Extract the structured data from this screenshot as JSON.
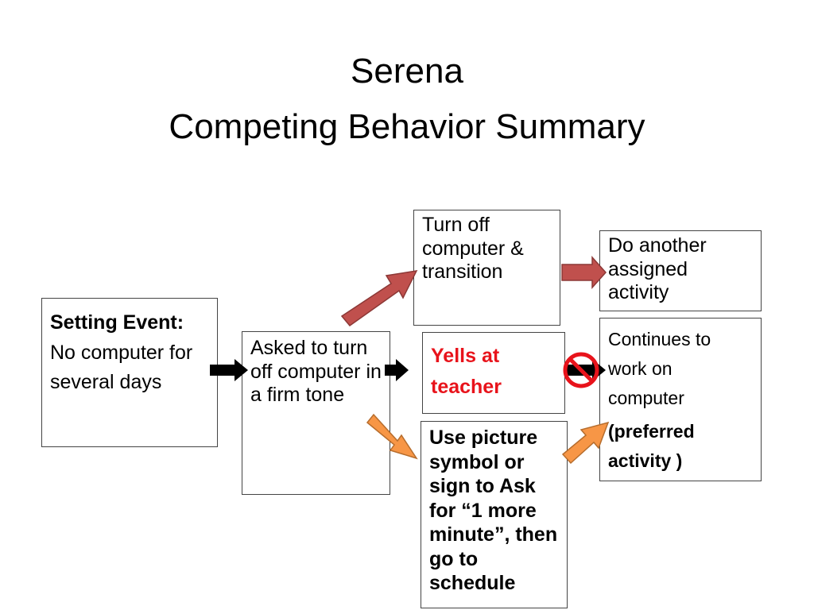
{
  "title": {
    "line1": "Serena",
    "line2": "Competing Behavior Summary"
  },
  "boxes": {
    "setting_event": {
      "heading": "Setting Event:",
      "text": "No computer for several days"
    },
    "antecedent": {
      "text": "Asked to turn off computer in a firm tone"
    },
    "desired_behavior": {
      "text": "Turn off computer & transition"
    },
    "desired_consequence": {
      "text": "Do another assigned activity"
    },
    "problem_behavior": {
      "text": "Yells at teacher"
    },
    "maintaining_consequence": {
      "text": "Continues to work on computer",
      "extra": "(preferred activity )"
    },
    "replacement_behavior": {
      "text": "Use picture symbol or sign to Ask for “1 more minute”, then  go to schedule"
    }
  },
  "colors": {
    "desired_arrow": "#c0504d",
    "replacement_arrow": "#f79646",
    "problem_arrow": "#000000",
    "problem_text": "#e8131b",
    "no_symbol": "#e8131b"
  },
  "icons": [
    "no-symbol-icon"
  ]
}
